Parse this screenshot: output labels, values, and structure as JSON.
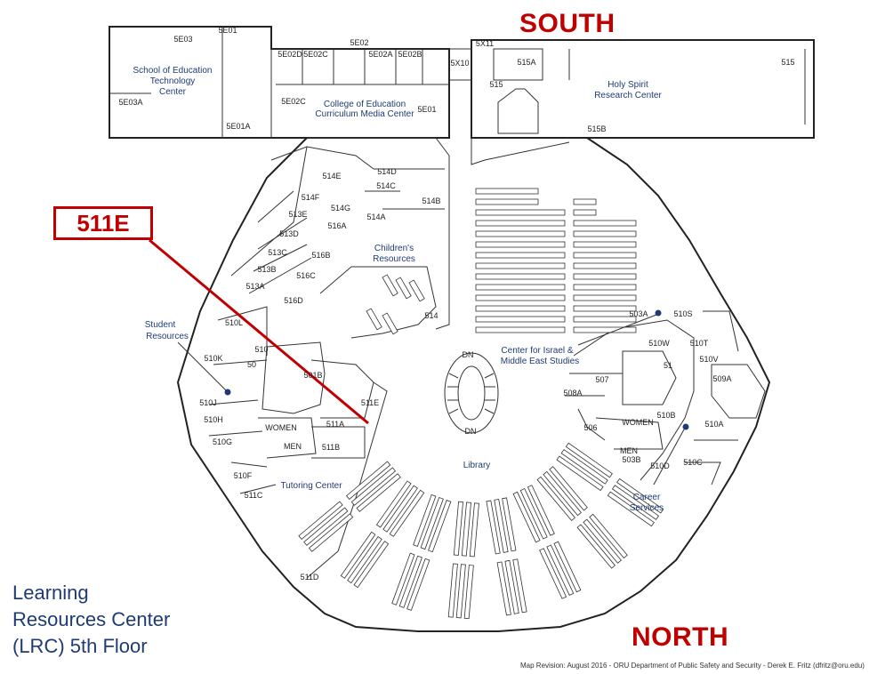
{
  "compass": {
    "south": "SOUTH",
    "north": "NORTH"
  },
  "highlight": {
    "label": "511E",
    "color": "#c00000"
  },
  "title_lines": [
    "Learning",
    "Resources Center",
    "(LRC) 5th Floor"
  ],
  "footer": "Map Revision: August 2016 - ORU Department of Public Safety and Security - Derek E. Fritz (dfritz@oru.edu)",
  "zones": {
    "school_ed_tech": [
      "School of Education",
      "Technology",
      "Center"
    ],
    "college_ed_cmc": [
      "College of Education",
      "Curriculum Media Center"
    ],
    "holy_spirit": [
      "Holy Spirit",
      "Research Center"
    ],
    "childrens": [
      "Children's",
      "Resources"
    ],
    "student_resources": [
      "Student",
      "Resources"
    ],
    "center_israel": [
      "Center for Israel &",
      "Middle East Studies"
    ],
    "library": "Library",
    "tutoring": "Tutoring Center",
    "career": [
      "Career",
      "Services"
    ],
    "women_left": "WOMEN",
    "men_left": "MEN",
    "women_right": "WOMEN",
    "men_right": "MEN",
    "dn_top": "DN",
    "dn_bottom": "DN"
  },
  "rooms": {
    "r5E03": "5E03",
    "r5E01": "5E01",
    "r5E03A": "5E03A",
    "r5E01A": "5E01A",
    "r5E02": "5E02",
    "r5E02D": "5E02D",
    "r5E02C": "5E02C",
    "r5E02A": "5E02A",
    "r5E02B": "5E02B",
    "r5E02C2": "5E02C",
    "r5E01b": "5E01",
    "r5X11": "5X11",
    "r5X10": "5X10",
    "r515A": "515A",
    "r515": "515",
    "r515b": "515",
    "r515B": "515B",
    "r514D": "514D",
    "r514E": "514E",
    "r514C": "514C",
    "r514B": "514B",
    "r514F": "514F",
    "r514G": "514G",
    "r513E": "513E",
    "r514A": "514A",
    "r516A": "516A",
    "r513D": "513D",
    "r513C": "513C",
    "r516B": "516B",
    "r513B": "513B",
    "r516C": "516C",
    "r513A": "513A",
    "r516D": "516D",
    "r514": "514",
    "r510L": "510L",
    "r510K": "510K",
    "r510J": "510J",
    "r510H": "510H",
    "r510G": "510G",
    "r510F": "510F",
    "r511C": "511C",
    "r511D": "511D",
    "r501B": "501B",
    "r511A": "511A",
    "r511B": "511B",
    "r511E": "511E",
    "r50": "50",
    "r510": "510",
    "r503A": "503A",
    "r510S": "510S",
    "r510W": "510W",
    "r510T": "510T",
    "r51": "51",
    "r510V": "510V",
    "r509A": "509A",
    "r507": "507",
    "r508A": "508A",
    "r506": "506",
    "r510B": "510B",
    "r510A": "510A",
    "r503B": "503B",
    "r510D": "510D",
    "r510C": "510C"
  },
  "colors": {
    "accent": "#c00000",
    "title_blue": "#1f3b73",
    "marker": "#1f3b73"
  }
}
